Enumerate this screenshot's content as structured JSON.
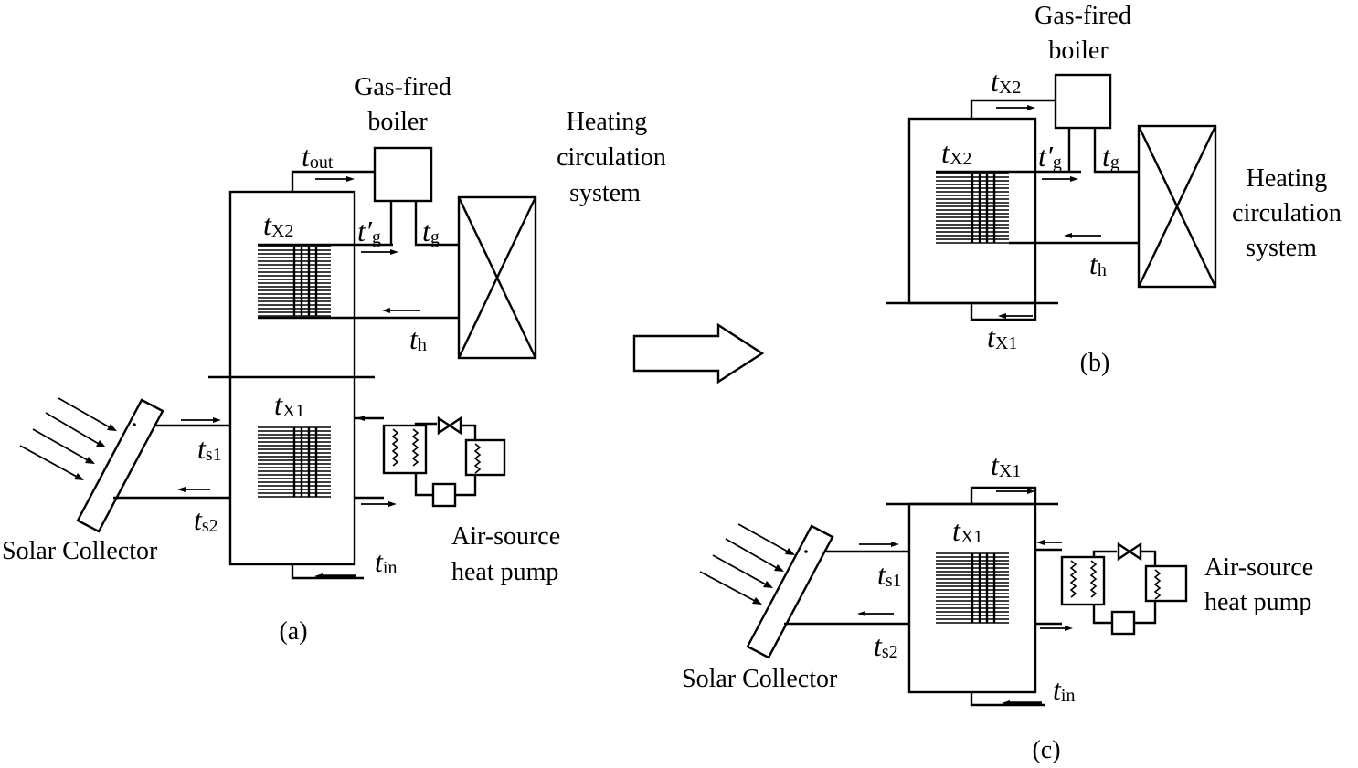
{
  "panel_a": {
    "caption": "(a)",
    "boiler_label": [
      "Gas-fired",
      "boiler"
    ],
    "heating_label": [
      "Heating",
      "circulation",
      "system"
    ],
    "collector_label": "Solar Collector",
    "heat_pump_label": [
      "Air-source",
      "heat pump"
    ],
    "sym": {
      "t_out": {
        "main": "t",
        "sub": "out"
      },
      "t_x2": {
        "main": "t",
        "sub": "X2"
      },
      "t_g_prime": {
        "main": "t′",
        "sub": "g"
      },
      "t_g": {
        "main": "t",
        "sub": "g"
      },
      "t_h": {
        "main": "t",
        "sub": "h"
      },
      "t_x1": {
        "main": "t",
        "sub": "X1"
      },
      "t_s1": {
        "main": "t",
        "sub": "s1"
      },
      "t_s2": {
        "main": "t",
        "sub": "s2"
      },
      "t_in": {
        "main": "t",
        "sub": "in"
      }
    }
  },
  "panel_b": {
    "caption": "(b)",
    "boiler_label": [
      "Gas-fired",
      "boiler"
    ],
    "heating_label": [
      "Heating",
      "circulation",
      "system"
    ],
    "sym": {
      "t_x2_top": {
        "main": "t",
        "sub": "X2"
      },
      "t_x2": {
        "main": "t",
        "sub": "X2"
      },
      "t_g_prime": {
        "main": "t′",
        "sub": "g"
      },
      "t_g": {
        "main": "t",
        "sub": "g"
      },
      "t_h": {
        "main": "t",
        "sub": "h"
      },
      "t_x1": {
        "main": "t",
        "sub": "X1"
      }
    }
  },
  "panel_c": {
    "caption": "(c)",
    "collector_label": "Solar Collector",
    "heat_pump_label": [
      "Air-source",
      "heat pump"
    ],
    "sym": {
      "t_x1_top": {
        "main": "t",
        "sub": "X1"
      },
      "t_x1": {
        "main": "t",
        "sub": "X1"
      },
      "t_s1": {
        "main": "t",
        "sub": "s1"
      },
      "t_s2": {
        "main": "t",
        "sub": "s2"
      },
      "t_in": {
        "main": "t",
        "sub": "in"
      }
    }
  }
}
